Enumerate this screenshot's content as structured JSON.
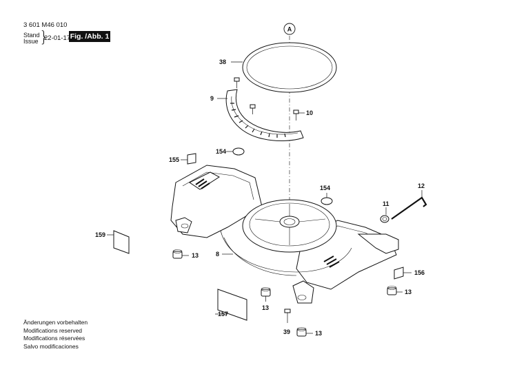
{
  "header": {
    "doc_number": "3 601 M46 010",
    "stand_label": "Stand",
    "issue_label": "Issue",
    "issue_date": "22-01-17",
    "figure_label": "Fig. /Abb. 1"
  },
  "detail_marker": "A",
  "part_labels": {
    "p38": "38",
    "p9": "9",
    "p10": "10",
    "p154a": "154",
    "p155": "155",
    "p154b": "154",
    "p12": "12",
    "p11": "11",
    "p159": "159",
    "p13a": "13",
    "p8": "8",
    "p156": "156",
    "p13b": "13",
    "p13c": "13",
    "p157": "157",
    "p39": "39",
    "p13d": "13"
  },
  "notes": [
    "Änderungen vorbehalten",
    "Modifications reserved",
    "Modifications réservées",
    "Salvo modificaciones"
  ]
}
